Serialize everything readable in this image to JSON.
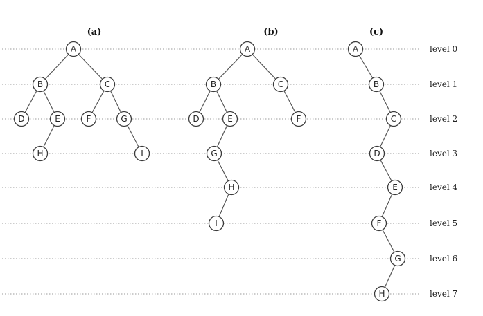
{
  "levels": [
    "level 0",
    "level 1",
    "level 2",
    "level 3",
    "level 4",
    "level 5",
    "level 6",
    "level 7"
  ],
  "trees": [
    {
      "id": "a",
      "title": "(a)",
      "nodes": [
        {
          "id": "A",
          "level": 0
        },
        {
          "id": "B",
          "level": 1,
          "parent": "A"
        },
        {
          "id": "C",
          "level": 1,
          "parent": "A"
        },
        {
          "id": "D",
          "level": 2,
          "parent": "B"
        },
        {
          "id": "E",
          "level": 2,
          "parent": "B"
        },
        {
          "id": "F",
          "level": 2,
          "parent": "C"
        },
        {
          "id": "G",
          "level": 2,
          "parent": "C"
        },
        {
          "id": "H",
          "level": 3,
          "parent": "E"
        },
        {
          "id": "I",
          "level": 3,
          "parent": "G"
        }
      ]
    },
    {
      "id": "b",
      "title": "(b)",
      "nodes": [
        {
          "id": "A",
          "level": 0
        },
        {
          "id": "B",
          "level": 1,
          "parent": "A"
        },
        {
          "id": "C",
          "level": 1,
          "parent": "A"
        },
        {
          "id": "D",
          "level": 2,
          "parent": "B"
        },
        {
          "id": "E",
          "level": 2,
          "parent": "B"
        },
        {
          "id": "F",
          "level": 2,
          "parent": "C"
        },
        {
          "id": "G",
          "level": 3,
          "parent": "E"
        },
        {
          "id": "H",
          "level": 4,
          "parent": "G"
        },
        {
          "id": "I",
          "level": 5,
          "parent": "H"
        }
      ]
    },
    {
      "id": "c",
      "title": "(c)",
      "nodes": [
        {
          "id": "A",
          "level": 0
        },
        {
          "id": "B",
          "level": 1,
          "parent": "A"
        },
        {
          "id": "C",
          "level": 2,
          "parent": "B"
        },
        {
          "id": "D",
          "level": 3,
          "parent": "C"
        },
        {
          "id": "E",
          "level": 4,
          "parent": "D"
        },
        {
          "id": "F",
          "level": 5,
          "parent": "E"
        },
        {
          "id": "G",
          "level": 6,
          "parent": "F"
        },
        {
          "id": "H",
          "level": 7,
          "parent": "G"
        }
      ]
    }
  ]
}
